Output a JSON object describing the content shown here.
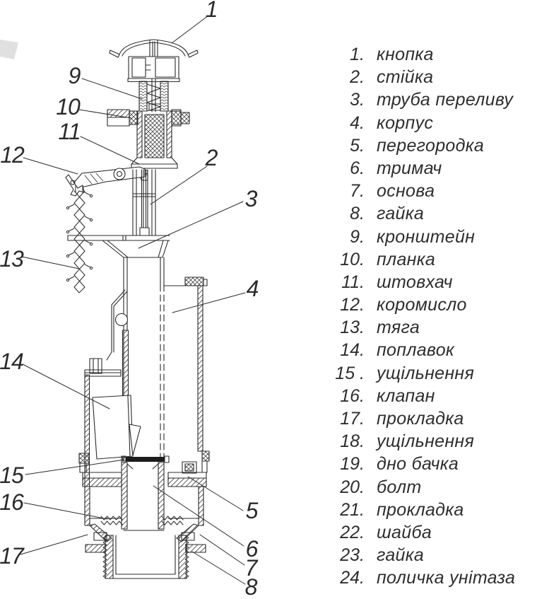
{
  "colors": {
    "line": "#2b2b2b",
    "background": "#ffffff",
    "seal_fill": "#1c1c1c",
    "text": "#2e2e2e"
  },
  "callouts": {
    "n1": "1",
    "n2": "2",
    "n3": "3",
    "n4": "4",
    "n5": "5",
    "n6": "6",
    "n7": "7",
    "n8": "8",
    "n9": "9",
    "n10": "10",
    "n11": "11",
    "n12": "12",
    "n13": "13",
    "n14": "14",
    "n15": "15",
    "n16": "16",
    "n17": "17"
  },
  "legend": {
    "items": [
      {
        "num": "1.",
        "label": "кнопка"
      },
      {
        "num": "2.",
        "label": "стійка"
      },
      {
        "num": "3.",
        "label": "труба переливу"
      },
      {
        "num": "4.",
        "label": "корпус"
      },
      {
        "num": "5.",
        "label": "перегородка"
      },
      {
        "num": "6.",
        "label": "тримач"
      },
      {
        "num": "7.",
        "label": "основа"
      },
      {
        "num": "8.",
        "label": "гайка"
      },
      {
        "num": "9.",
        "label": "кронштейн"
      },
      {
        "num": "10.",
        "label": "планка"
      },
      {
        "num": "11.",
        "label": "штовхач"
      },
      {
        "num": "12.",
        "label": "коромисло"
      },
      {
        "num": "13.",
        "label": "тяга"
      },
      {
        "num": "14.",
        "label": "поплавок"
      },
      {
        "num": "15 .",
        "label": "ущільнення"
      },
      {
        "num": "16.",
        "label": "клапан"
      },
      {
        "num": "17.",
        "label": "прокладка"
      },
      {
        "num": "18.",
        "label": "ущільнення"
      },
      {
        "num": "19.",
        "label": "дно бачка"
      },
      {
        "num": "20.",
        "label": "болт"
      },
      {
        "num": "21.",
        "label": "прокладка"
      },
      {
        "num": "22.",
        "label": "шайба"
      },
      {
        "num": "23.",
        "label": "гайка"
      },
      {
        "num": "24.",
        "label": "поличка унітаза"
      }
    ]
  }
}
